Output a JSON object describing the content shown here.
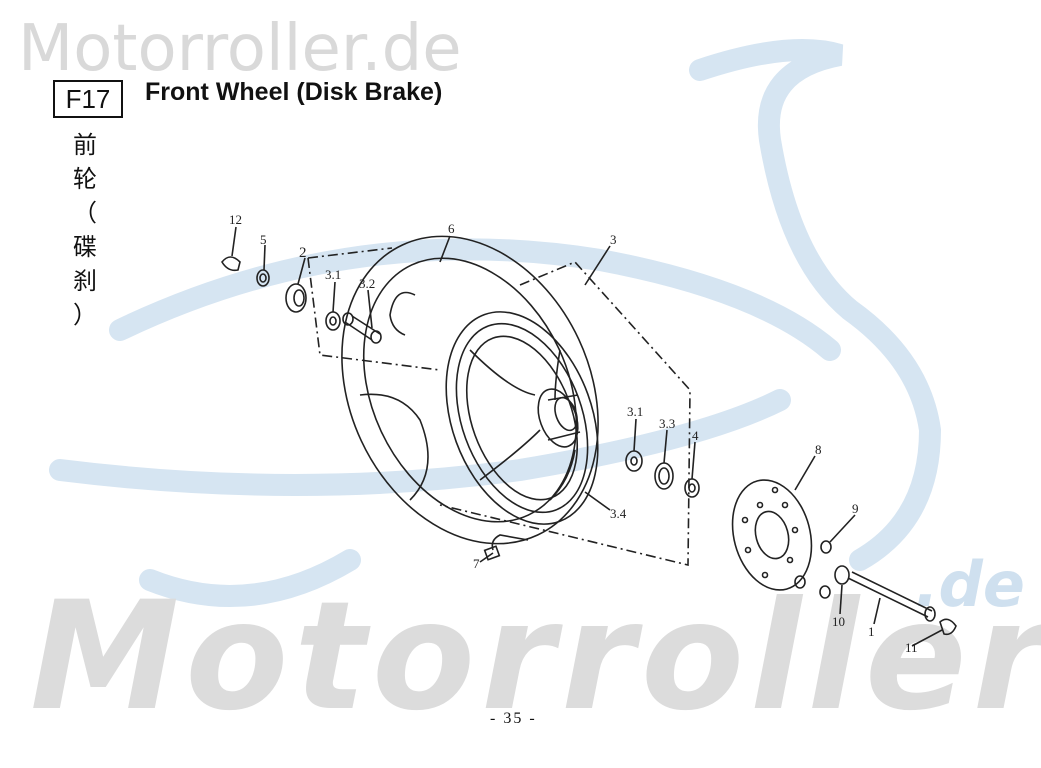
{
  "watermark": {
    "top": "Motorroller.de",
    "bottom": "Motorroller",
    "suffix": ".de"
  },
  "header": {
    "code": "F17",
    "title": "Front Wheel (Disk Brake)"
  },
  "chinese_title": [
    "前",
    "轮",
    "（",
    "碟",
    "刹",
    "）"
  ],
  "part_labels": [
    "12",
    "5",
    "2",
    "3.1",
    "3.2",
    "6",
    "3",
    "3.1",
    "3.3",
    "4",
    "8",
    "9",
    "3.4",
    "7",
    "10",
    "1",
    "11"
  ],
  "page_number": "- 35 -",
  "colors": {
    "line": "#222222",
    "watermark_blue": "#cfe0ef",
    "watermark_grey": "#dcdcdc"
  }
}
